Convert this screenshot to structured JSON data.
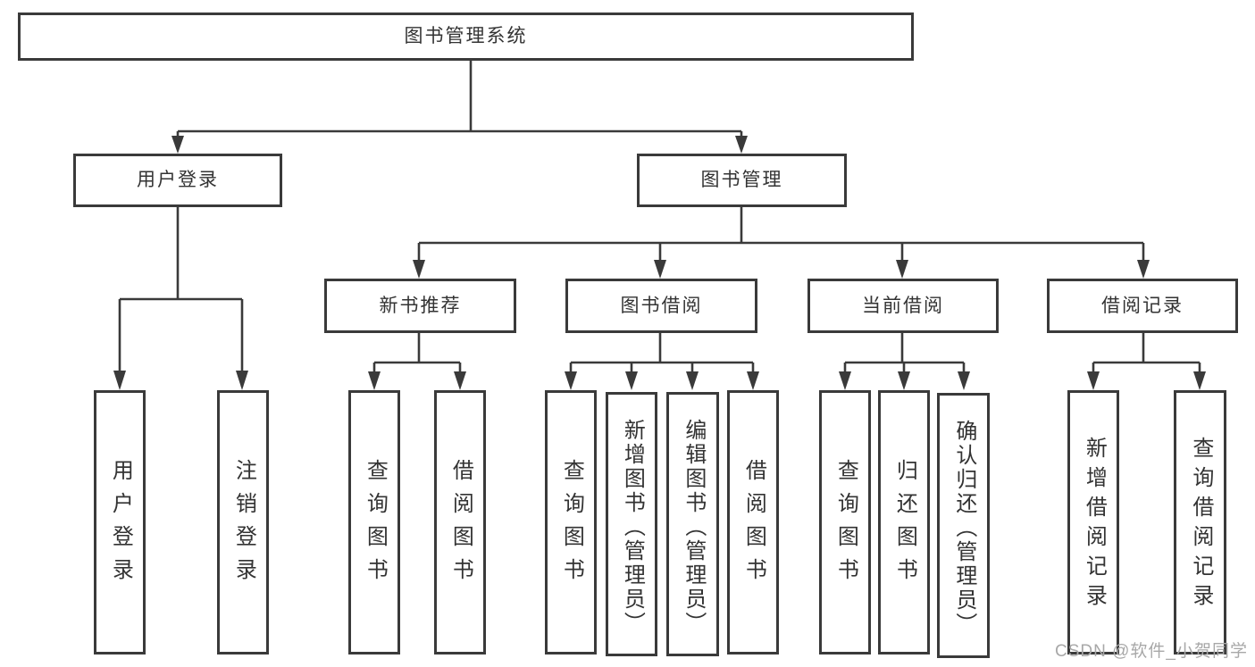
{
  "diagram": {
    "type": "hierarchy-tree",
    "title": "图书管理系统",
    "hierarchy": {
      "root": "图书管理系统",
      "children": [
        {
          "label": "用户登录",
          "children": [
            "用户登录",
            "注销登录"
          ]
        },
        {
          "label": "图书管理",
          "children": [
            {
              "label": "新书推荐",
              "children": [
                "查询图书",
                "借阅图书"
              ]
            },
            {
              "label": "图书借阅",
              "children": [
                "查询图书",
                "新增图书（管理员）",
                "编辑图书（管理员）",
                "借阅图书"
              ]
            },
            {
              "label": "当前借阅",
              "children": [
                "查询图书",
                "归还图书",
                "确认归还（管理员）"
              ]
            },
            {
              "label": "借阅记录",
              "children": [
                "新增借阅记录",
                "查询借阅记录"
              ]
            }
          ]
        }
      ]
    }
  },
  "nodes": {
    "root": {
      "label": "图书管理系统"
    },
    "user_login": {
      "label": "用户登录"
    },
    "book_mgmt": {
      "label": "图书管理"
    },
    "new_book_rec": {
      "label": "新书推荐"
    },
    "book_borrow": {
      "label": "图书借阅"
    },
    "current_borrow": {
      "label": "当前借阅"
    },
    "borrow_records": {
      "label": "借阅记录"
    },
    "leaf_user_login": {
      "label": "用户登录"
    },
    "leaf_logout": {
      "label": "注销登录"
    },
    "leaf_query_book_rec": {
      "label": "查询图书"
    },
    "leaf_borrow_book_rec": {
      "label": "借阅图书"
    },
    "leaf_query_book_borrow": {
      "label": "查询图书"
    },
    "leaf_add_book": {
      "label": "新增图书（管理员）"
    },
    "leaf_edit_book": {
      "label": "编辑图书（管理员）"
    },
    "leaf_borrow_book_borrow": {
      "label": "借阅图书"
    },
    "leaf_query_book_current": {
      "label": "查询图书"
    },
    "leaf_return_book": {
      "label": "归还图书"
    },
    "leaf_confirm_return": {
      "label": "确认归还（管理员）"
    },
    "leaf_add_record": {
      "label": "新增借阅记录"
    },
    "leaf_query_record": {
      "label": "查询借阅记录"
    }
  },
  "watermark": {
    "text": "CSDN @软件_小贺同学"
  },
  "colors": {
    "line": "#3a3a3a",
    "text": "#333333",
    "watermark": "#a8a8a8",
    "background": "#ffffff"
  }
}
